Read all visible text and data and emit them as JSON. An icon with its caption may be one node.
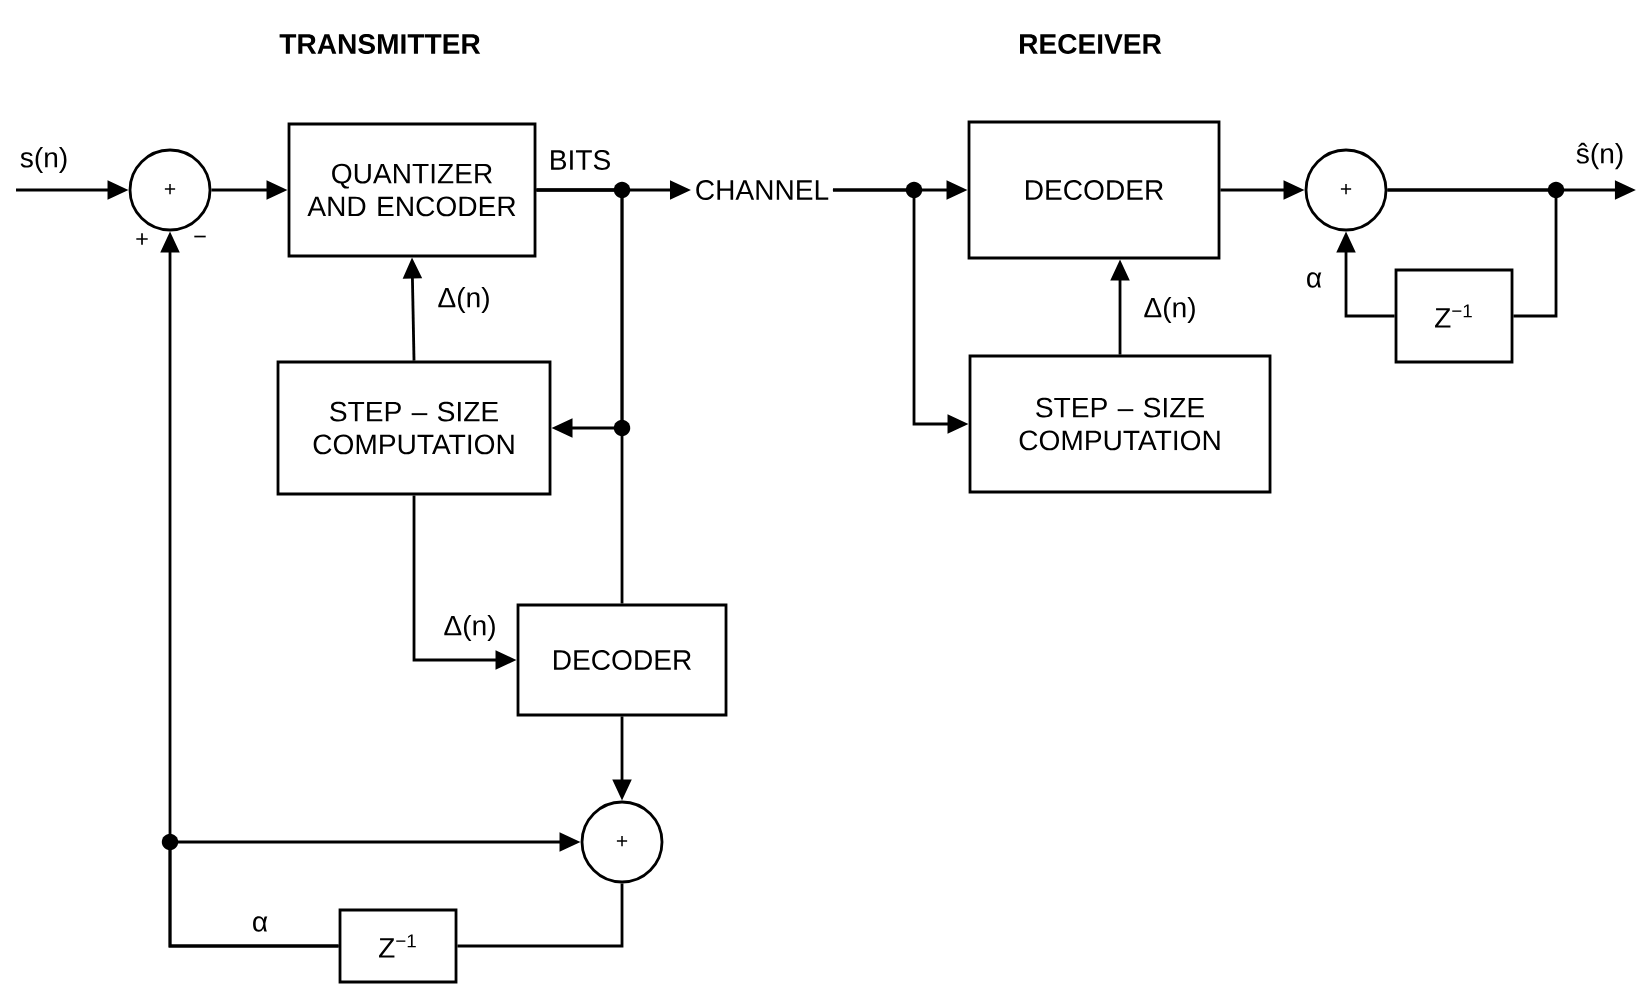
{
  "diagram": {
    "nodes": [
      {
        "text": [
          "+"
        ]
      },
      {
        "text": [
          "QUANTIZER AND ENCODER"
        ]
      },
      {
        "text": [
          "STEP – SIZE COMPUTATION"
        ]
      },
      {
        "text": [
          "DECODER"
        ]
      },
      {
        "text": [
          "+"
        ]
      },
      {
        "text": [
          "Z$^{−1}$"
        ]
      },
      {
        "text": [
          "CHANNEL"
        ]
      },
      {
        "text": [
          "DECODER"
        ]
      },
      {
        "text": [
          "STEP – SIZE COMPUTATION"
        ]
      },
      {
        "text": [
          "+"
        ]
      },
      {
        "text": [
          "Z$^{−1}$"
        ]
      }
    ],
    "edges": [
      {
        "from": null,
        "to": 0,
        "arrow": "to",
        "label": "s(n)"
      },
      {
        "from": 0,
        "to": 1,
        "arrow": "to"
      },
      {
        "from": 1,
        "to": 6,
        "arrow": "to",
        "label": "BITS"
      },
      {
        "from": 1,
        "to": 2,
        "arrow": "to"
      },
      {
        "from": 1,
        "to": 3,
        "arrow": "none"
      },
      {
        "from": 2,
        "to": 1,
        "arrow": "to",
        "label": "Δ(n)"
      },
      {
        "from": 2,
        "to": 3,
        "arrow": "to",
        "label": "Δ(n)"
      },
      {
        "from": 3,
        "to": 4,
        "arrow": "to"
      },
      {
        "from": 4,
        "to": 5,
        "arrow": "none"
      },
      {
        "from": 5,
        "to": 0,
        "arrow": "to",
        "label": "α"
      },
      {
        "from": 5,
        "to": 4,
        "arrow": "to"
      },
      {
        "from": 6,
        "to": 7,
        "arrow": "to"
      },
      {
        "from": 6,
        "to": 8,
        "arrow": "to"
      },
      {
        "from": 8,
        "to": 7,
        "arrow": "to",
        "label": "Δ(n)"
      },
      {
        "from": 7,
        "to": 9,
        "arrow": "to"
      },
      {
        "from": 9,
        "to": null,
        "arrow": "to",
        "label": "ŝ(n)"
      },
      {
        "from": 9,
        "to": 10,
        "arrow": "none"
      },
      {
        "from": 10,
        "to": 9,
        "arrow": "to",
        "label": "α"
      }
    ],
    "labels": [
      "TRANSMITTER",
      "RECEIVER",
      "+",
      "−"
    ]
  }
}
